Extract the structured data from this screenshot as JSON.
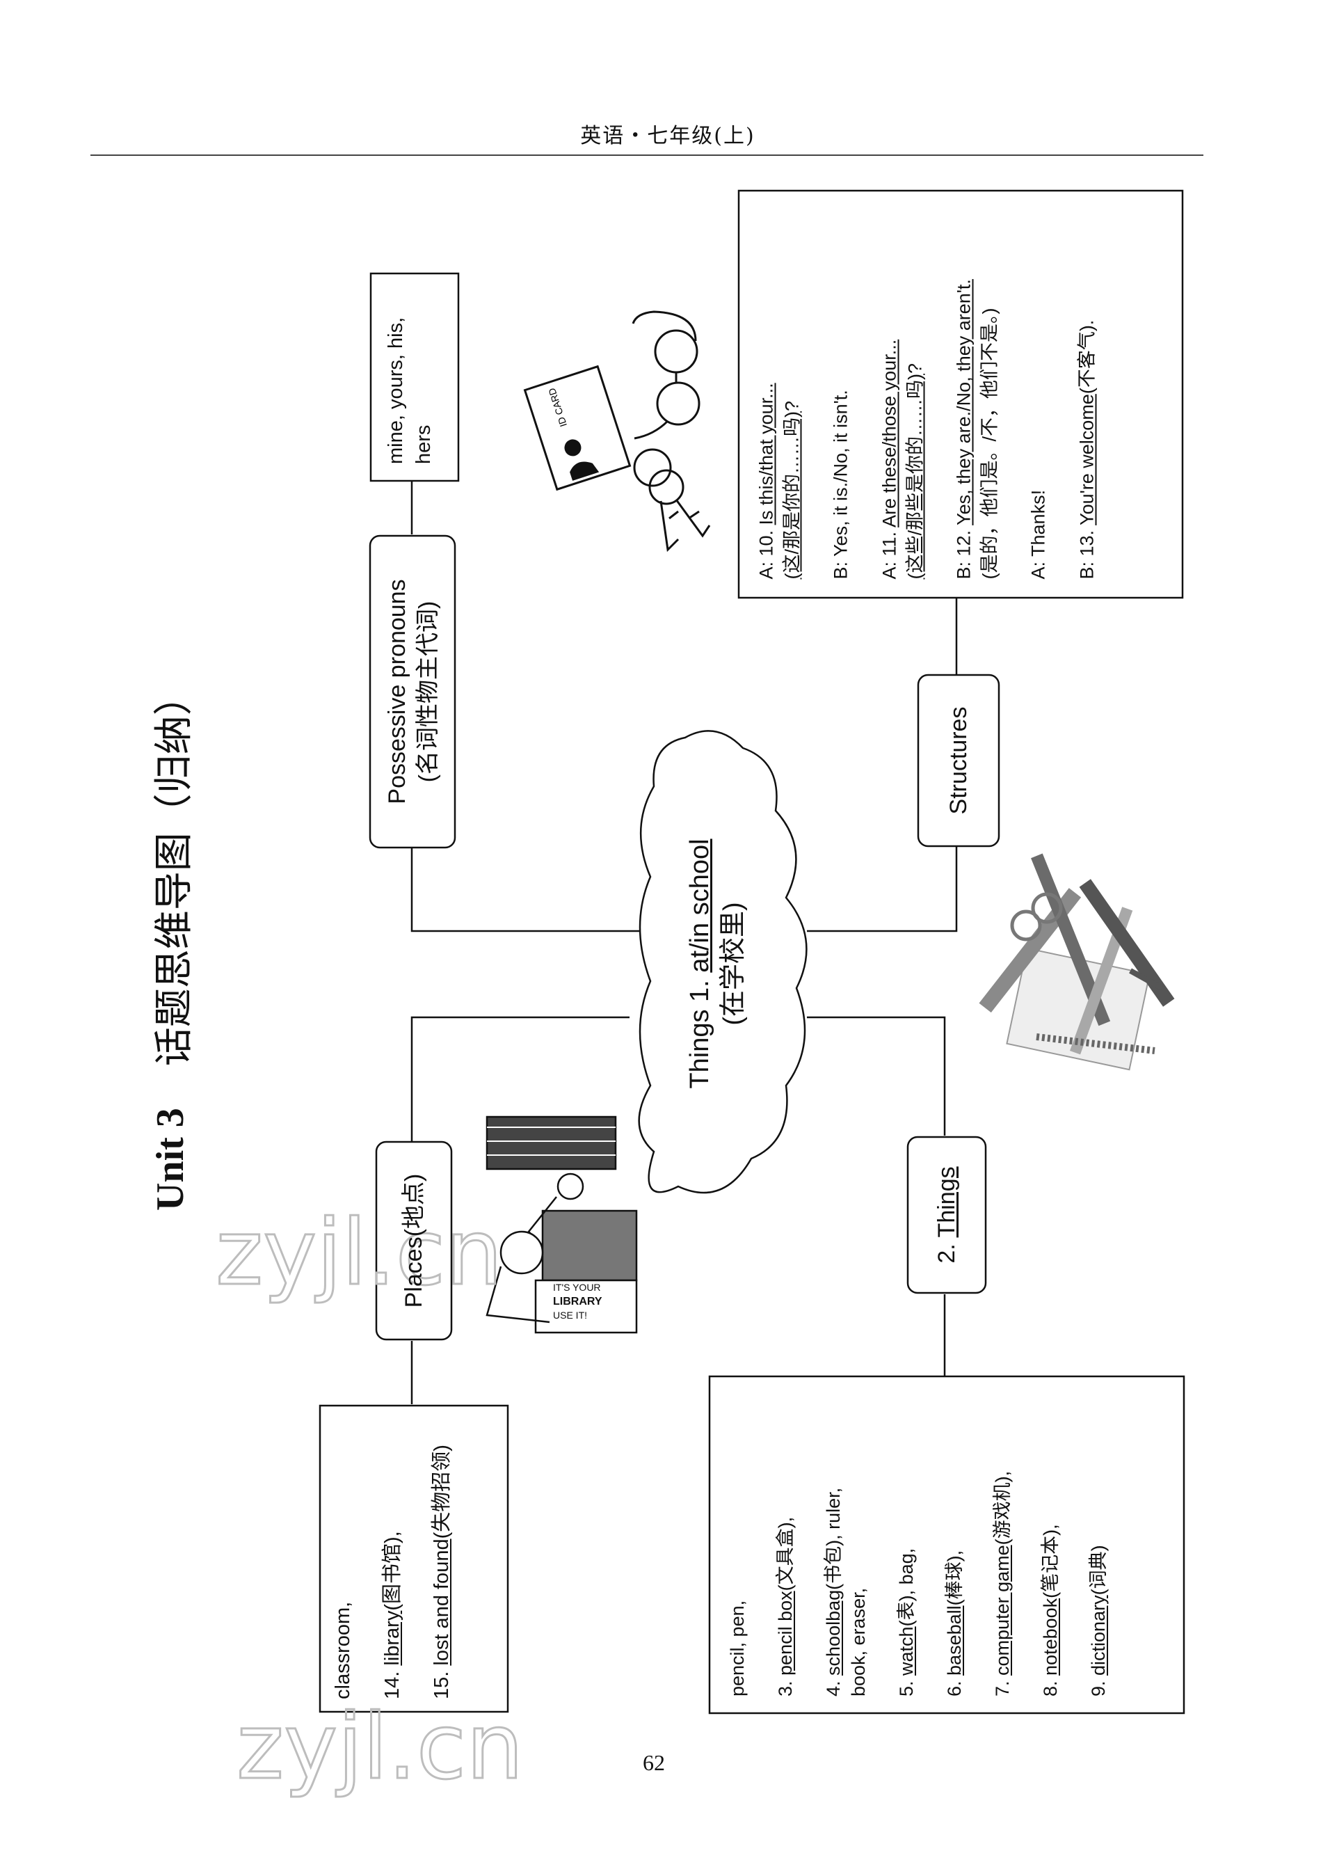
{
  "header": {
    "text": "英语・七年级(上)"
  },
  "page_number": "62",
  "unit": {
    "label": "Unit 3",
    "heading": "话题思维导图（归纳）"
  },
  "center": {
    "line1": "Things 1. ",
    "line1_underlined": "at/in school",
    "line2": "(在学校里)"
  },
  "nodes": {
    "places": {
      "label": "Places(地点)"
    },
    "things": {
      "number": "2. ",
      "label": "Things"
    },
    "possessive": {
      "line1": "Possessive pronouns",
      "line2": "(名词性物主代词)"
    },
    "structures": {
      "label": "Structures"
    }
  },
  "places_box": {
    "items": [
      {
        "prefix": "classroom,",
        "term": "",
        "suffix": ""
      },
      {
        "prefix": "14. ",
        "term": "library",
        "suffix": "(图书馆),"
      },
      {
        "prefix": "15. ",
        "term": "lost and found",
        "suffix": "(失物招领)"
      }
    ]
  },
  "pronouns_box": {
    "line1": "mine, yours, his,",
    "line2": "hers"
  },
  "things_box": {
    "items": [
      {
        "prefix": "pencil, pen,",
        "term": "",
        "suffix": "",
        "extra": ""
      },
      {
        "prefix": "3. ",
        "term": "pencil box",
        "suffix": "(文具盒),",
        "extra": ""
      },
      {
        "prefix": "4. ",
        "term": "schoolbag",
        "suffix": "(书包), ruler,",
        "extra": "book, eraser,"
      },
      {
        "prefix": "5. ",
        "term": "watch",
        "suffix": "(表), bag,",
        "extra": ""
      },
      {
        "prefix": "6. ",
        "term": "baseball",
        "suffix": "(棒球),",
        "extra": ""
      },
      {
        "prefix": "7. ",
        "term": "computer game",
        "suffix": "(游戏机),",
        "extra": ""
      },
      {
        "prefix": "8. ",
        "term": "notebook",
        "suffix": "(笔记本),",
        "extra": ""
      },
      {
        "prefix": "9. ",
        "term": "dictionary",
        "suffix": "(词典)",
        "extra": ""
      }
    ]
  },
  "structures_box": {
    "items": [
      {
        "prefix": "A: 10. ",
        "term": "Is this/that your...",
        "suffix": "",
        "sub_term": "(这/那是你的……吗)",
        "sub_suffix": "?"
      },
      {
        "prefix": "B: Yes, it is./No, it isn't.",
        "term": "",
        "suffix": "",
        "sub_term": "",
        "sub_suffix": ""
      },
      {
        "prefix": "A: 11. ",
        "term": "Are these/those your...",
        "suffix": "",
        "sub_term": "(这些/那些是你的……吗)",
        "sub_suffix": "?"
      },
      {
        "prefix": "B: 12. ",
        "term": "Yes, they are./No, they aren't.",
        "suffix": "",
        "sub_term": "(是的，他们是。/不，他们不是。)",
        "sub_suffix": ""
      },
      {
        "prefix": "A: Thanks!",
        "term": "",
        "suffix": "",
        "sub_term": "",
        "sub_suffix": ""
      },
      {
        "prefix": "B: 13. ",
        "term": "You're welcome",
        "suffix": "(不客气).",
        "sub_term": "",
        "sub_suffix": ""
      }
    ]
  },
  "illustrations": {
    "id_card_text": "ID CARD",
    "library_sign_line1": "IT'S YOUR",
    "library_sign_line2": "LIBRARY",
    "library_sign_line3": "USE IT!"
  },
  "watermark": "zyjl.cn",
  "colors": {
    "ink": "#111111",
    "watermark": "#bdbdbd"
  }
}
